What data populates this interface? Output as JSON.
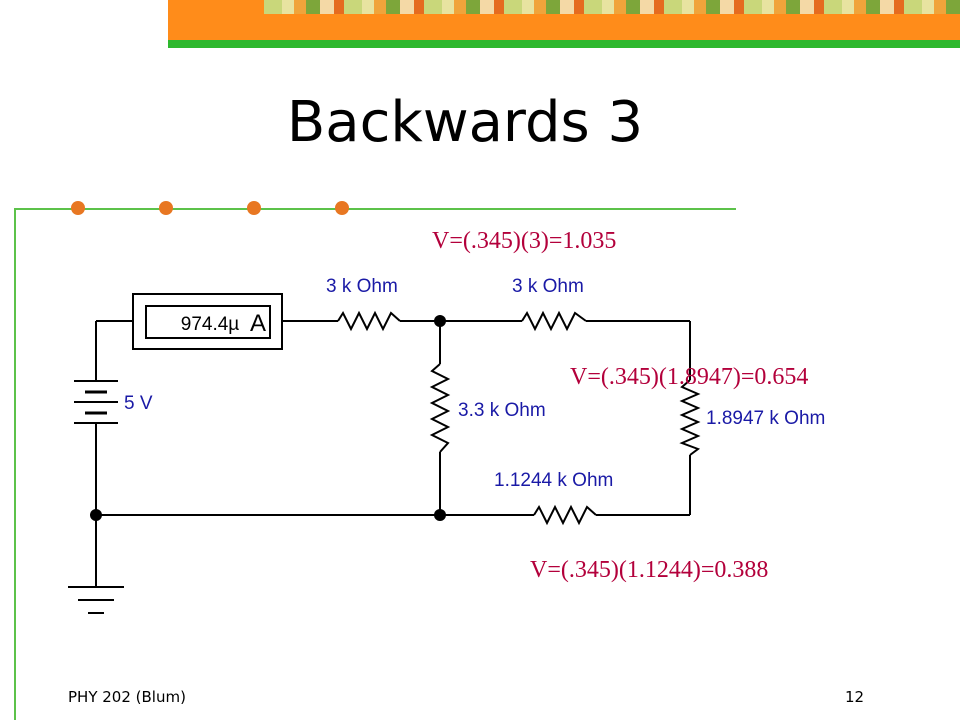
{
  "slide": {
    "title": "Backwards 3",
    "footer_left": "PHY 202 (Blum)",
    "page_number": "12"
  },
  "circuit": {
    "ammeter_reading": "974.4µ",
    "ammeter_unit": "A",
    "source_voltage": "5 V",
    "r1_label": "3 k Ohm",
    "r2_label": "3 k Ohm",
    "r3_label": "3.3 k Ohm",
    "r4_label": "1.8947 k Ohm",
    "r5_label": "1.1244 k Ohm"
  },
  "annotations": {
    "eq1": "V=(.345)(3)=1.035",
    "eq2": "V=(.345)(1.8947)=0.654",
    "eq3": "V=(.345)(1.1244)=0.388"
  },
  "colors": {
    "accent_orange": "#ff8c1a",
    "accent_green": "#2eb82e",
    "annotation": "#b3003b"
  }
}
